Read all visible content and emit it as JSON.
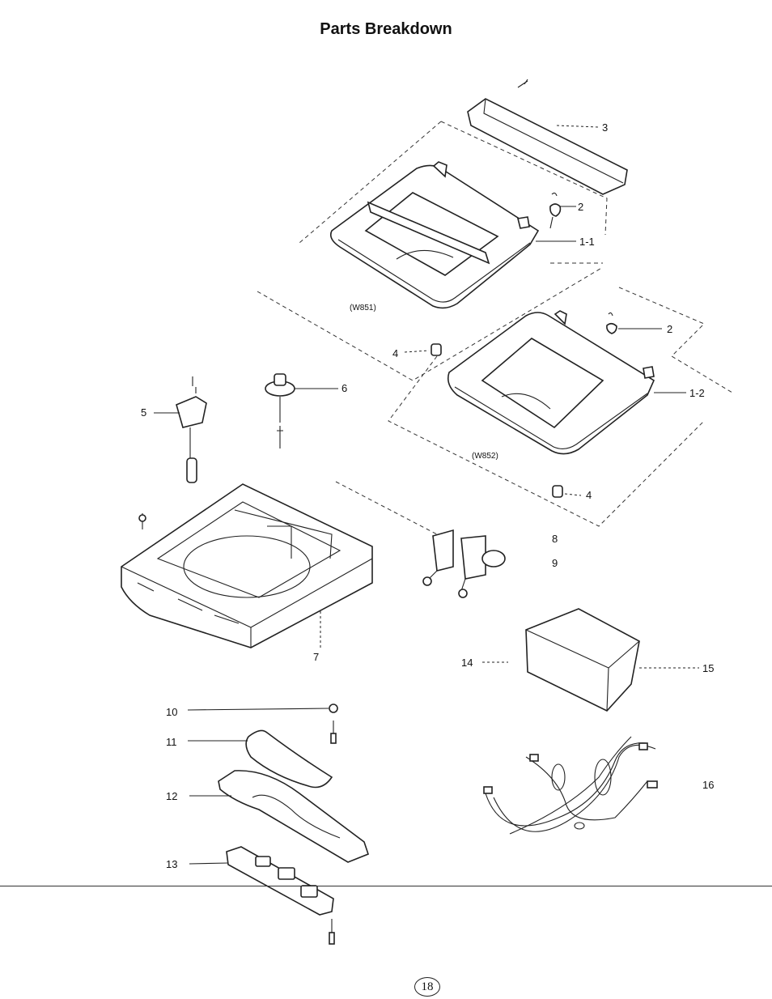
{
  "title": "Parts Breakdown",
  "models": {
    "upper": "(W851)",
    "lower": "(W852)"
  },
  "callouts": {
    "p3": "3",
    "p2a": "2",
    "p1_1": "1-1",
    "p2b": "2",
    "p4a": "4",
    "p6": "6",
    "p5": "5",
    "p1_2": "1-2",
    "p4b": "4",
    "p8": "8",
    "p9": "9",
    "p7": "7",
    "p14": "14",
    "p15": "15",
    "p10": "10",
    "p11": "11",
    "p12": "12",
    "p16": "16",
    "p13": "13"
  },
  "page_number": "18"
}
